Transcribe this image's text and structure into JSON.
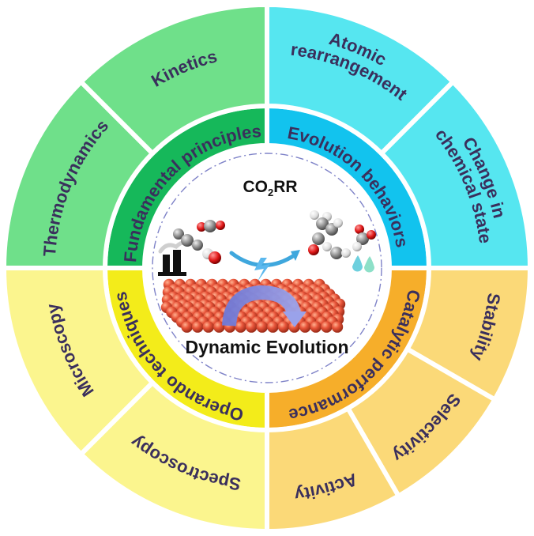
{
  "center": {
    "formula_main": "CO",
    "formula_sub": "2",
    "formula_tail": "RR",
    "subtitle": "Dynamic Evolution"
  },
  "inner_ring": {
    "fundamental": "Fundamental principles",
    "evolution": "Evolution behaviors",
    "operando": "Operando techniques",
    "catalytic": "Catalytic performance"
  },
  "outer_ring": {
    "thermodynamics": "Thermodynamics",
    "kinetics": "Kinetics",
    "atomic_line1": "Atomic",
    "atomic_line2": "rearrangement",
    "change_line1": "Change in",
    "change_line2": "chemical state",
    "microscopy": "Microscopy",
    "spectroscopy": "Spectroscopy",
    "stability": "Stability",
    "selectivity": "Selectivity",
    "activity": "Activity"
  },
  "colors": {
    "green_outer": "#6fe08a",
    "green_inner": "#16b85a",
    "cyan_outer": "#56e6f0",
    "cyan_inner": "#12c3ee",
    "yellow_outer": "#fbf58e",
    "yellow_inner": "#f3ec1a",
    "orange_outer": "#fbd978",
    "orange_inner": "#f6ae2a",
    "label": "#3a2f5c"
  }
}
